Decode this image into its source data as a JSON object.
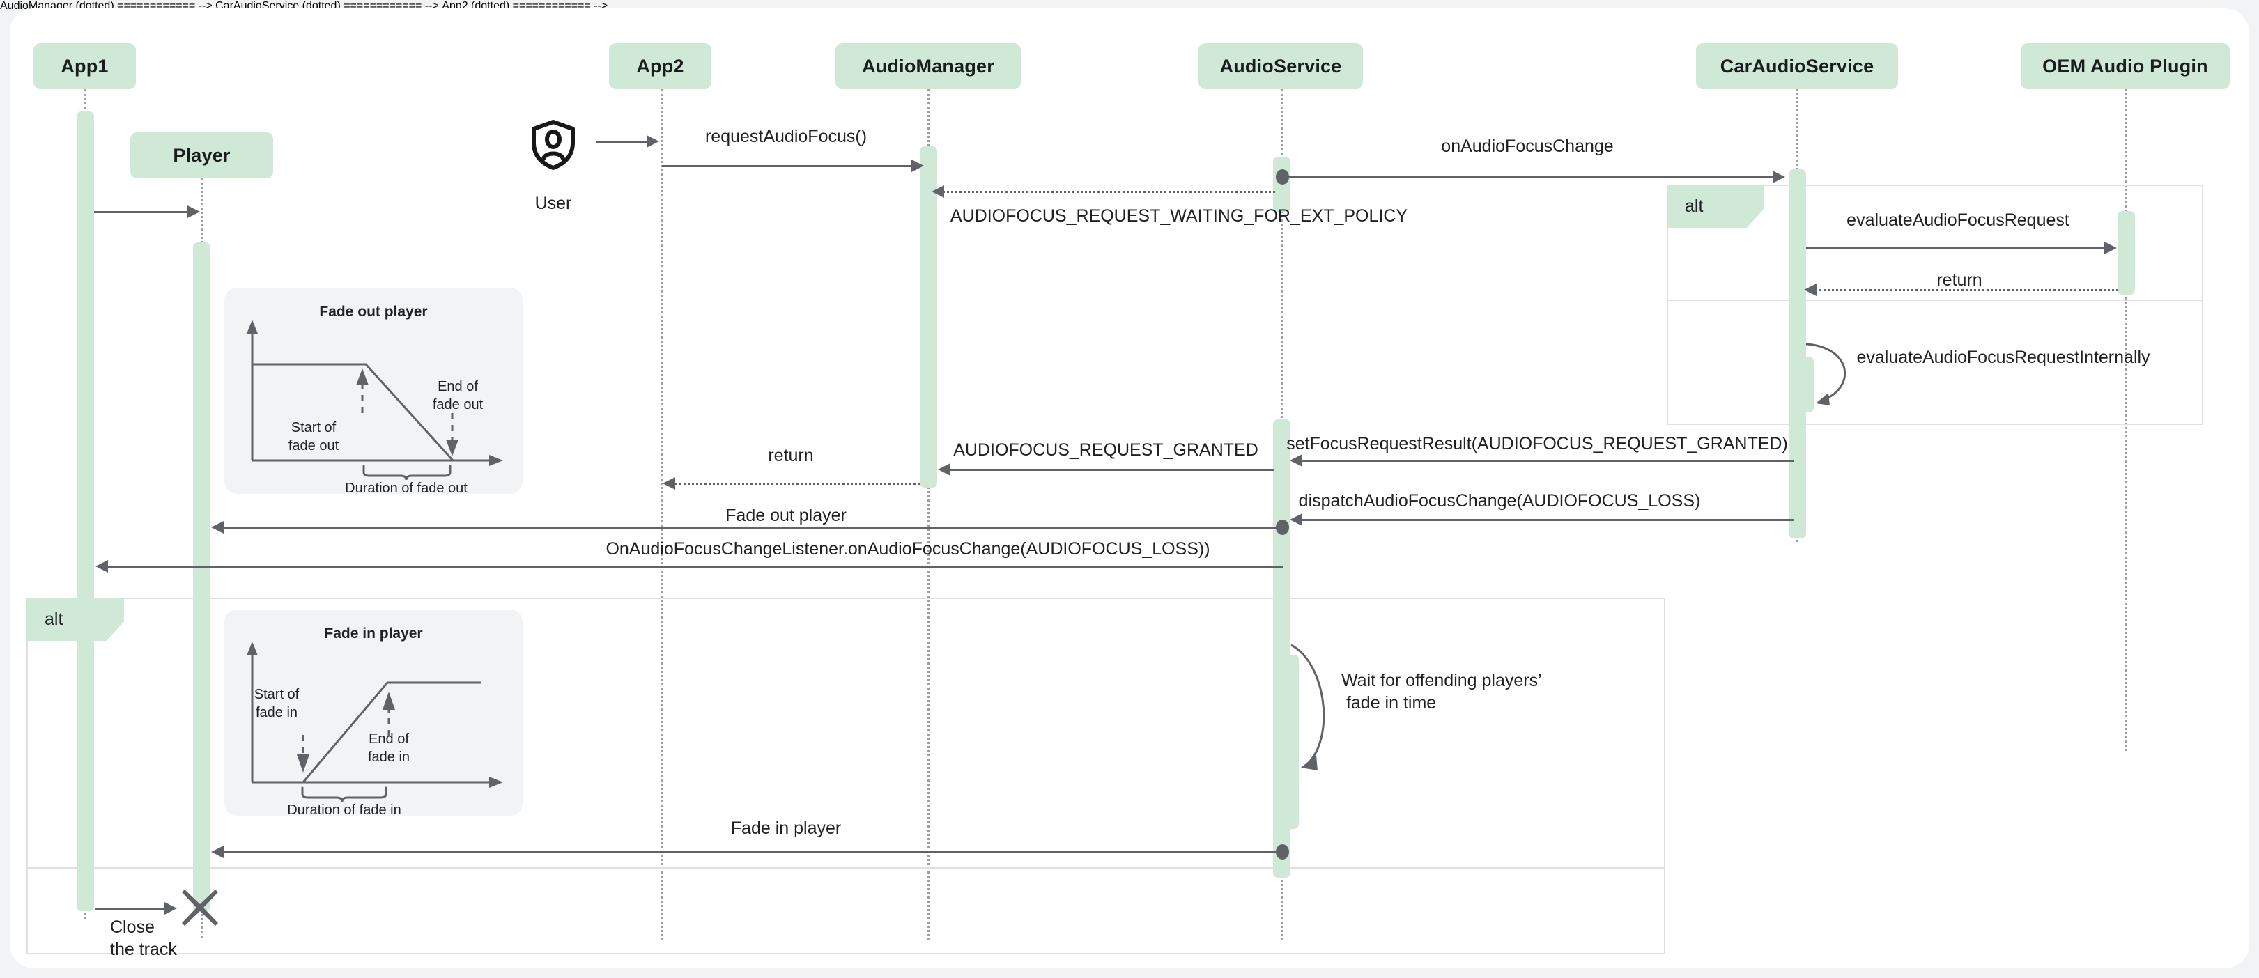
{
  "diagram": {
    "type": "uml-sequence-diagram",
    "title": "Android Automotive audio focus and fade sequence",
    "colors": {
      "participant_fill": "#cfe9d6",
      "activation_fill": "#cfe9d6",
      "line": "#5f6368",
      "lifeline": "#9aa0a6",
      "frame_border": "#e0e0e0",
      "note_fill": "#f1f3f4",
      "page_background": "#f1f3f4",
      "sheet_background": "#ffffff",
      "text": "#202124"
    }
  },
  "actor": {
    "icon": "user-shield-icon",
    "caption": "User"
  },
  "participants": [
    {
      "id": "app1",
      "label": "App1"
    },
    {
      "id": "player",
      "label": "Player"
    },
    {
      "id": "app2",
      "label": "App2"
    },
    {
      "id": "audiomanager",
      "label": "AudioManager"
    },
    {
      "id": "audioservice",
      "label": "AudioService"
    },
    {
      "id": "caraudioservice",
      "label": "CarAudioService"
    },
    {
      "id": "oemplugin",
      "label": "OEM Audio Plugin"
    }
  ],
  "messages": [
    {
      "id": "m0",
      "label": "",
      "from": "app1",
      "to": "player",
      "style": "solid",
      "direction": "right"
    },
    {
      "id": "m1",
      "label": "requestAudioFocus()",
      "from": "app2",
      "to": "audiomanager",
      "style": "solid",
      "direction": "right"
    },
    {
      "id": "m2",
      "label": "onAudioFocusChange",
      "from": "audioservice",
      "to": "caraudioservice",
      "style": "solid",
      "direction": "right"
    },
    {
      "id": "m3",
      "label": "AUDIOFOCUS_REQUEST_WAITING_FOR_EXT_POLICY",
      "from": "audioservice",
      "to": "audiomanager",
      "style": "dotted",
      "direction": "left"
    },
    {
      "id": "m4",
      "label": "evaluateAudioFocusRequest",
      "from": "caraudioservice",
      "to": "oemplugin",
      "style": "solid",
      "direction": "right"
    },
    {
      "id": "m5",
      "label": "return",
      "from": "oemplugin",
      "to": "caraudioservice",
      "style": "dotted",
      "direction": "left"
    },
    {
      "id": "m6",
      "label": "evaluateAudioFocusRequestInternally",
      "from": "caraudioservice",
      "to": "caraudioservice",
      "style": "self",
      "direction": "self"
    },
    {
      "id": "m7",
      "label": "setFocusRequestResult(AUDIOFOCUS_REQUEST_GRANTED)",
      "from": "caraudioservice",
      "to": "audioservice",
      "style": "solid",
      "direction": "left"
    },
    {
      "id": "m8",
      "label": "AUDIOFOCUS_REQUEST_GRANTED",
      "from": "audioservice",
      "to": "audiomanager",
      "style": "solid",
      "direction": "left"
    },
    {
      "id": "m9",
      "label": "return",
      "from": "audiomanager",
      "to": "app2",
      "style": "dotted",
      "direction": "left"
    },
    {
      "id": "m10",
      "label": "dispatchAudioFocusChange(AUDIOFOCUS_LOSS)",
      "from": "caraudioservice",
      "to": "audioservice",
      "style": "solid",
      "direction": "left"
    },
    {
      "id": "m11",
      "label": "Fade out player",
      "from": "audioservice",
      "to": "player",
      "style": "solid",
      "direction": "left"
    },
    {
      "id": "m12",
      "label": "OnAudioFocusChangeListener.onAudioFocusChange(AUDIOFOCUS_LOSS))",
      "from": "audioservice",
      "to": "app1",
      "style": "solid",
      "direction": "left"
    },
    {
      "id": "m13",
      "label": "Wait for offending players’\n fade in time",
      "from": "audioservice",
      "to": "audioservice",
      "style": "self",
      "direction": "self"
    },
    {
      "id": "m14",
      "label": "Fade in player",
      "from": "audioservice",
      "to": "player",
      "style": "solid",
      "direction": "left"
    },
    {
      "id": "m15",
      "label": "Close\nthe track",
      "from": "app1",
      "to": "player",
      "style": "solid",
      "direction": "right"
    }
  ],
  "fragments": [
    {
      "id": "alt-right",
      "operator": "alt",
      "scope": "caraudioservice-oemplugin"
    },
    {
      "id": "alt-left",
      "operator": "alt",
      "scope": "app1-audioservice"
    }
  ],
  "notes": [
    {
      "id": "note-fade-out",
      "title": "Fade out player",
      "labels": {
        "start": "Start of\nfade out",
        "end": "End of\nfade out",
        "duration": "Duration of fade out"
      },
      "chart_data": {
        "type": "line",
        "title": "Fade out player",
        "xlabel": "",
        "ylabel": "",
        "x": [
          0,
          0.52,
          1.0
        ],
        "y": [
          1.0,
          1.0,
          0.0
        ],
        "annotations": [
          "Start of fade out",
          "End of fade out",
          "Duration of fade out"
        ],
        "grid": false,
        "legend": "none"
      }
    },
    {
      "id": "note-fade-in",
      "title": "Fade in player",
      "labels": {
        "start": "Start of\nfade in",
        "end": "End of\nfade in",
        "duration": "Duration of fade in"
      },
      "chart_data": {
        "type": "line",
        "title": "Fade in player",
        "xlabel": "",
        "ylabel": "",
        "x": [
          0.16,
          0.57,
          1.0
        ],
        "y": [
          0.0,
          1.0,
          1.0
        ],
        "annotations": [
          "Start of fade in",
          "End of fade in",
          "Duration of fade in"
        ],
        "grid": false,
        "legend": "none"
      }
    }
  ],
  "terminator": {
    "id": "player-destroy",
    "symbol": "x-mark",
    "name": "destroy-marker"
  }
}
